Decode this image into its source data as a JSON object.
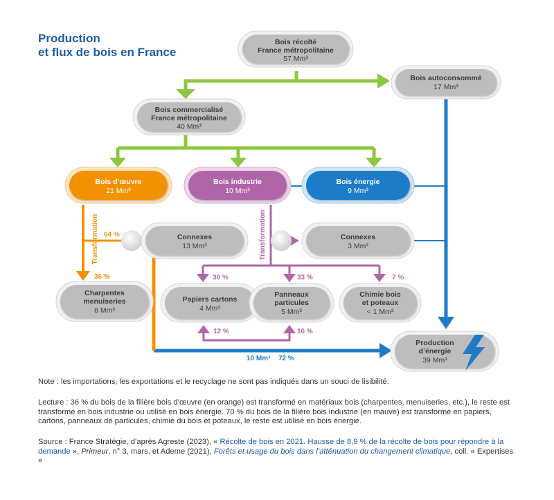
{
  "title": {
    "line1": "Production",
    "line2": "et flux de bois en France"
  },
  "nodes": {
    "recolte": {
      "l1": "Bois récolté",
      "l2": "France métropolitaine",
      "v": "57 Mm³"
    },
    "autocons": {
      "l1": "Bois autoconsommé",
      "v": "17 Mm³"
    },
    "commerc": {
      "l1": "Bois commercialisé",
      "l2": "France métropolitaine",
      "v": "40 Mm³"
    },
    "oeuvre": {
      "l1": "Bois d’œuvre",
      "v": "21 Mm³"
    },
    "industrie": {
      "l1": "Bois industrie",
      "v": "10 Mm³"
    },
    "energie": {
      "l1": "Bois énergie",
      "v": "9 Mm³"
    },
    "connexes1": {
      "l1": "Connexes",
      "v": "13 Mm³"
    },
    "connexes2": {
      "l1": "Connexes",
      "v": "3 Mm³"
    },
    "charpentes": {
      "l1": "Charpentes",
      "l2": "menuiseries",
      "v": "8 Mm³"
    },
    "papiers": {
      "l1": "Papiers cartons",
      "v": "4 Mm³"
    },
    "panneaux": {
      "l1": "Panneaux",
      "l2": "particules",
      "v": "5 Mm³"
    },
    "chimie": {
      "l1": "Chimie bois",
      "l2": "et poteaux",
      "v": "< 1 Mm³"
    },
    "production": {
      "l1": "Production",
      "l2": "d’énergie",
      "v": "39 Mm³"
    }
  },
  "labels": {
    "transformation_orange": "Transformation",
    "transformation_purple": "Transformation",
    "p64": "64 %",
    "p36": "36 %",
    "p30": "30 %",
    "p33": "33 %",
    "p7": "7 %",
    "p12": "12 %",
    "p16": "16 %",
    "flow_vol": "10 Mm³",
    "flow_pct": "72 %"
  },
  "notes": {
    "note": "Note : les importations, les exportations et le recyclage ne sont pas indiqués dans un souci de lisibilité.",
    "lecture": "Lecture : 36 % du bois de la filière bois d’œuvre (en orange) est transformé en matériaux bois (charpentes, menuiseries, etc.), le reste est transformé en bois industrie ou utilisé en bois énergie. 70 % du bois de la filière bois industrie (en mauve) est transformé en papiers, cartons, panneaux de particules, chimie du bois et poteaux, le reste est utilisé en bois énergie.",
    "source_a": "Source : France Stratégie, d’après Agreste (2023), « ",
    "source_link1": "Récolte de bois en 2021. Hausse de 8,9 % de la récolte de bois pour répondre à la demande",
    "source_b": " », ",
    "source_primeur": "Primeur",
    "source_c": ", n° 3, mars, et Ademe (2021), ",
    "source_link2": "Forêts et usage du bois dans l’atténuation du changement climatique",
    "source_d": ", coll. « Expertises »"
  },
  "colors": {
    "green": "#8dc63f",
    "orange": "#f39200",
    "purple": "#b065a8",
    "blue": "#1f7bc8",
    "grey_box": "#bdbdbd",
    "title_blue": "#1d5aa8"
  }
}
